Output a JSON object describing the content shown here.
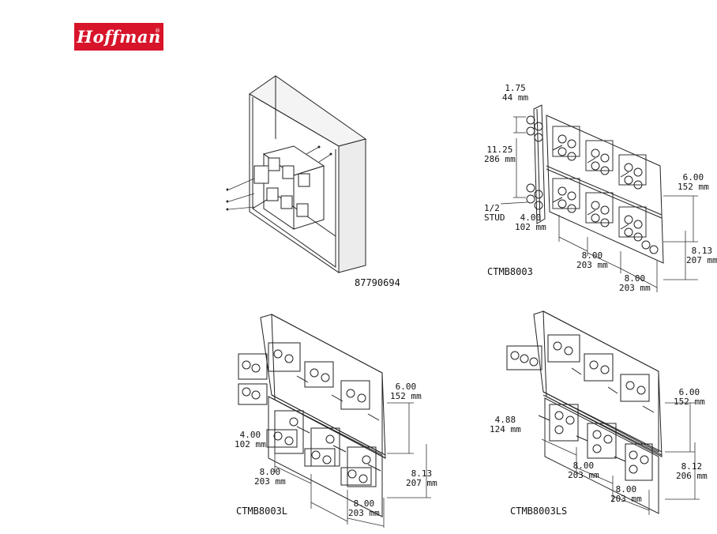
{
  "brand": {
    "name": "Hoffman",
    "reg": "®"
  },
  "views": {
    "enclosure": {
      "caption": "87790694"
    },
    "ctmb8003": {
      "caption": "CTMB8003",
      "dims": {
        "d1": "1.75\n44 mm",
        "d2": "11.25\n286 mm",
        "d3": "1/2\nSTUD",
        "d4": "4.00\n102 mm",
        "d5": "8.00\n203 mm",
        "d6": "8.00\n203 mm",
        "d7": "6.00\n152 mm",
        "d8": "8.13\n207 mm"
      }
    },
    "ctmb8003l": {
      "caption": "CTMB8003L",
      "dims": {
        "d1": "6.00\n152 mm",
        "d2": "4.00\n102 mm",
        "d3": "8.00\n203 mm",
        "d4": "8.13\n207 mm",
        "d5": "8.00\n203 mm"
      }
    },
    "ctmb8003ls": {
      "caption": "CTMB8003LS",
      "dims": {
        "d1": "6.00\n152 mm",
        "d2": "4.88\n124 mm",
        "d3": "8.00\n203 mm",
        "d4": "8.12\n206 mm",
        "d5": "8.00\n203 mm"
      }
    }
  }
}
